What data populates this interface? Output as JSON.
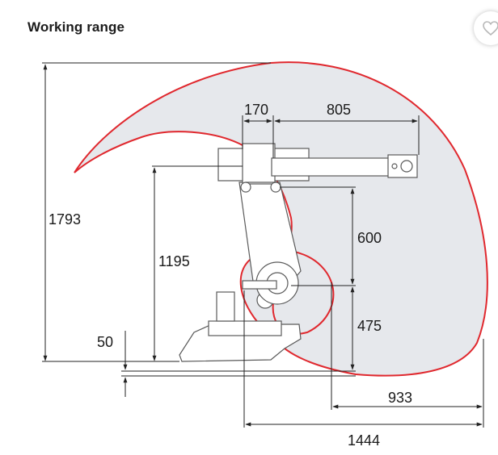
{
  "title": "Working range",
  "icons": {
    "favorite": "heart-icon"
  },
  "colors": {
    "envelope_line": "#e0282e",
    "envelope_fill": "#e6e8ec",
    "robot_line": "#5a5a5a",
    "dimension_line": "#222222"
  },
  "dimensions": {
    "total_height": "1793",
    "shoulder_height": "1195",
    "base_offset": "50",
    "forearm_offset": "170",
    "forearm_length": "805",
    "upper_arm": "600",
    "base_to_axis2": "475",
    "min_reach": "933",
    "max_reach": "1444"
  }
}
